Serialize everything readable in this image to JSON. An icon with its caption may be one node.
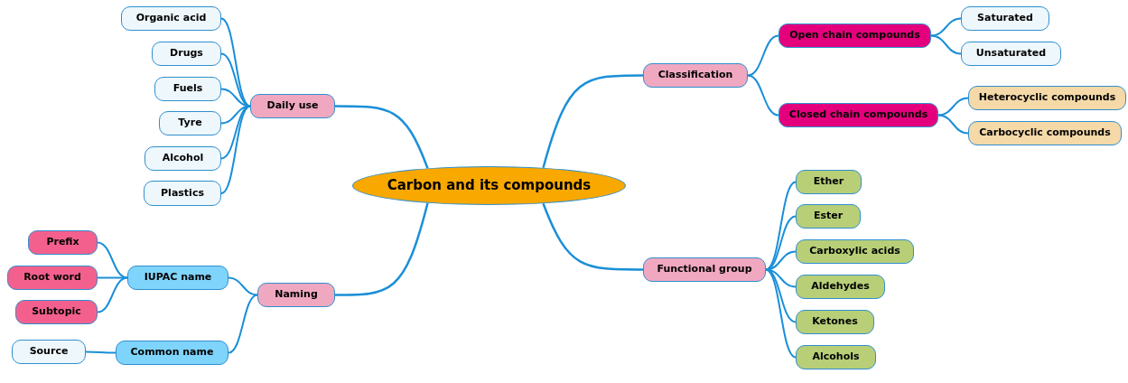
{
  "diagram": {
    "nodes": [
      {
        "text": [
          "Carbon and its compounds"
        ]
      },
      {
        "text": [
          "Daily use"
        ]
      },
      {
        "text": [
          "Organic acid"
        ]
      },
      {
        "text": [
          "Drugs"
        ]
      },
      {
        "text": [
          "Fuels"
        ]
      },
      {
        "text": [
          "Tyre"
        ]
      },
      {
        "text": [
          "Alcohol"
        ]
      },
      {
        "text": [
          "Plastics"
        ]
      },
      {
        "text": [
          "Naming"
        ]
      },
      {
        "text": [
          "IUPAC name"
        ]
      },
      {
        "text": [
          "Prefix"
        ]
      },
      {
        "text": [
          "Root word"
        ]
      },
      {
        "text": [
          "Subtopic"
        ]
      },
      {
        "text": [
          "Common name"
        ]
      },
      {
        "text": [
          "Source"
        ]
      },
      {
        "text": [
          "Classification"
        ]
      },
      {
        "text": [
          "Open chain compounds"
        ]
      },
      {
        "text": [
          "Saturated"
        ]
      },
      {
        "text": [
          "Unsaturated"
        ]
      },
      {
        "text": [
          "Closed chain compounds"
        ]
      },
      {
        "text": [
          "Heterocyclic compounds"
        ]
      },
      {
        "text": [
          "Carbocyclic compounds"
        ]
      },
      {
        "text": [
          "Functional group"
        ]
      },
      {
        "text": [
          "Ether"
        ]
      },
      {
        "text": [
          "Ester"
        ]
      },
      {
        "text": [
          "Carboxylic acids"
        ]
      },
      {
        "text": [
          "Aldehydes"
        ]
      },
      {
        "text": [
          "Ketones"
        ]
      },
      {
        "text": [
          "Alcohols"
        ]
      }
    ],
    "edges": [
      {
        "from": 0,
        "to": 1,
        "arrow": "none"
      },
      {
        "from": 1,
        "to": 2,
        "arrow": "none"
      },
      {
        "from": 1,
        "to": 3,
        "arrow": "none"
      },
      {
        "from": 1,
        "to": 4,
        "arrow": "none"
      },
      {
        "from": 1,
        "to": 5,
        "arrow": "none"
      },
      {
        "from": 1,
        "to": 6,
        "arrow": "none"
      },
      {
        "from": 1,
        "to": 7,
        "arrow": "none"
      },
      {
        "from": 0,
        "to": 8,
        "arrow": "none"
      },
      {
        "from": 8,
        "to": 9,
        "arrow": "none"
      },
      {
        "from": 9,
        "to": 10,
        "arrow": "none"
      },
      {
        "from": 9,
        "to": 11,
        "arrow": "none"
      },
      {
        "from": 9,
        "to": 12,
        "arrow": "none"
      },
      {
        "from": 8,
        "to": 13,
        "arrow": "none"
      },
      {
        "from": 13,
        "to": 14,
        "arrow": "none"
      },
      {
        "from": 0,
        "to": 15,
        "arrow": "none"
      },
      {
        "from": 15,
        "to": 16,
        "arrow": "none"
      },
      {
        "from": 16,
        "to": 17,
        "arrow": "none"
      },
      {
        "from": 16,
        "to": 18,
        "arrow": "none"
      },
      {
        "from": 15,
        "to": 19,
        "arrow": "none"
      },
      {
        "from": 19,
        "to": 20,
        "arrow": "none"
      },
      {
        "from": 19,
        "to": 21,
        "arrow": "none"
      },
      {
        "from": 0,
        "to": 22,
        "arrow": "none"
      },
      {
        "from": 22,
        "to": 23,
        "arrow": "none"
      },
      {
        "from": 22,
        "to": 24,
        "arrow": "none"
      },
      {
        "from": 22,
        "to": 25,
        "arrow": "none"
      },
      {
        "from": 22,
        "to": 26,
        "arrow": "none"
      },
      {
        "from": 22,
        "to": 27,
        "arrow": "none"
      },
      {
        "from": 22,
        "to": 28,
        "arrow": "none"
      }
    ]
  }
}
